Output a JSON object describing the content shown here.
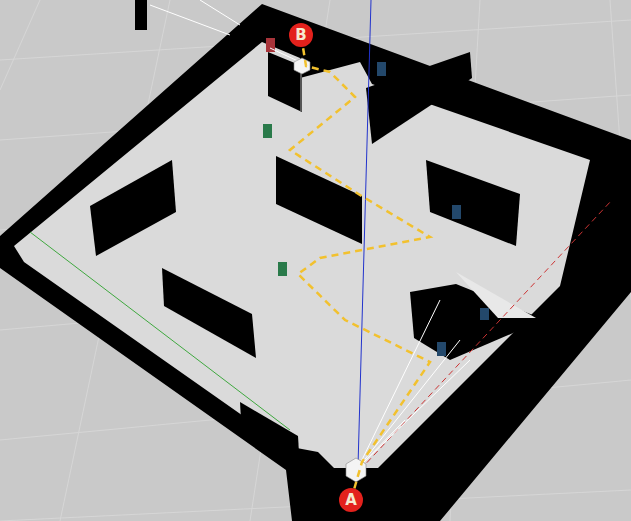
{
  "diagram": {
    "nodes": [
      {
        "text": [
          "B"
        ]
      },
      {
        "text": [
          "A"
        ]
      }
    ],
    "edges": [
      {
        "from": 1,
        "to": 0,
        "arrow": "none"
      }
    ]
  }
}
